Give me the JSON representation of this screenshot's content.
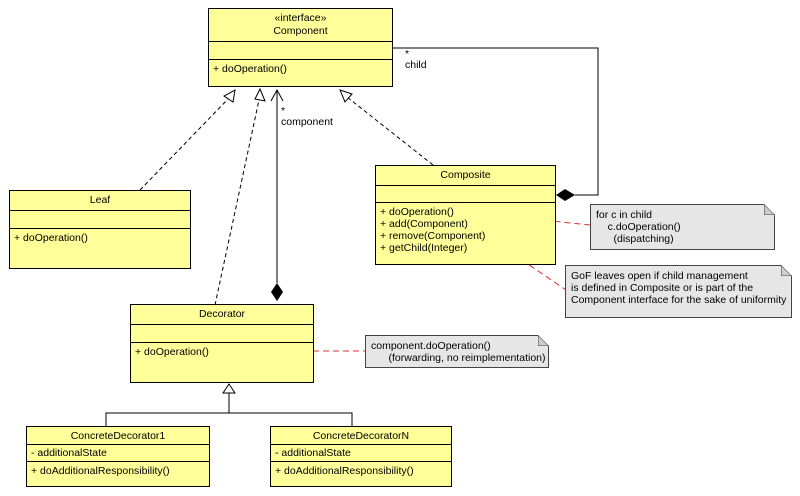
{
  "classes": {
    "component": {
      "stereotype": "«interface»",
      "name": "Component",
      "operations": [
        "+ doOperation()"
      ]
    },
    "leaf": {
      "name": "Leaf",
      "operations": [
        "+ doOperation()"
      ]
    },
    "composite": {
      "name": "Composite",
      "operations": [
        "+ doOperation()",
        "+ add(Component)",
        "+ remove(Component)",
        "+ getChild(Integer)"
      ]
    },
    "decorator": {
      "name": "Decorator",
      "operations": [
        "+ doOperation()"
      ]
    },
    "concrete_decorator_1": {
      "name": "ConcreteDecorator1",
      "attributes": [
        "- additionalState"
      ],
      "operations": [
        "+ doAdditionalResponsibility()"
      ]
    },
    "concrete_decorator_n": {
      "name": "ConcreteDecoratorN",
      "attributes": [
        "- additionalState"
      ],
      "operations": [
        "+ doAdditionalResponsibility()"
      ]
    }
  },
  "notes": {
    "composite_op": [
      "for c in child",
      "    c.doOperation()",
      "      (dispatching)"
    ],
    "gof": [
      "GoF leaves open if child management",
      "is defined in Composite or is part of the",
      "Component interface for the sake of uniformity"
    ],
    "decorator_op": [
      "component.doOperation()",
      "      (forwarding, no reimplementation)"
    ]
  },
  "labels": {
    "child_multiplicity": "*",
    "child_role": "child",
    "component_multiplicity": "*",
    "component_role": "component"
  },
  "colors": {
    "class_fill": "#ffff99",
    "note_fill": "#e6e6e6",
    "note_link": "#e03030",
    "line": "#000000"
  }
}
